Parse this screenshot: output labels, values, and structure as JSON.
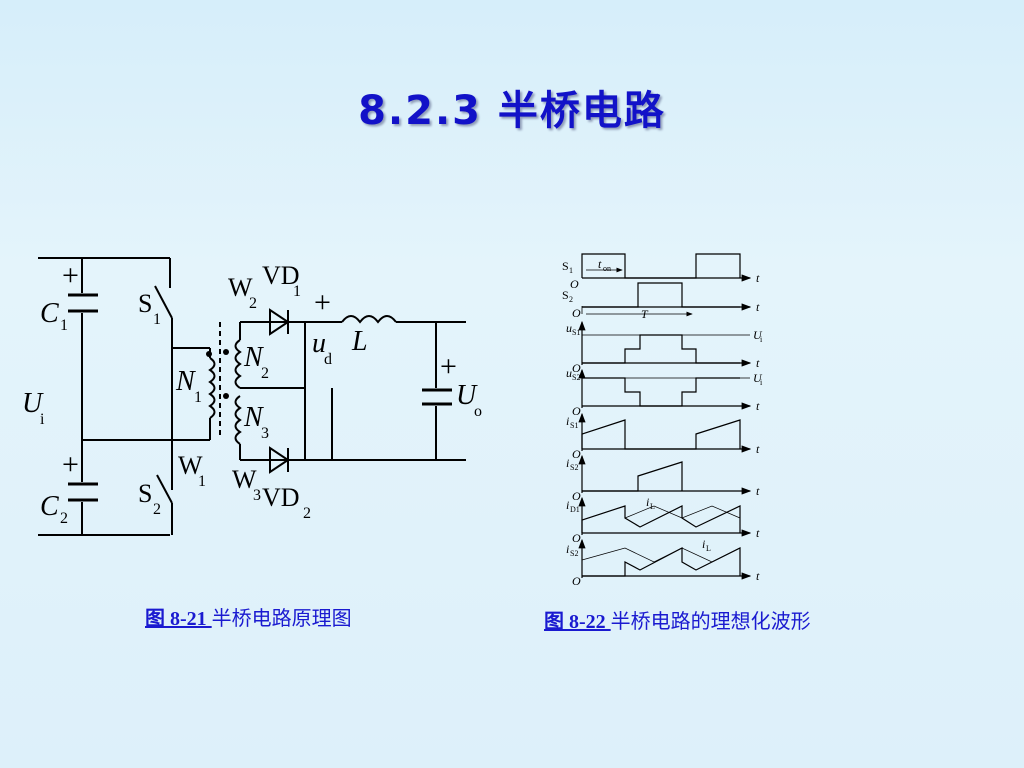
{
  "title": "8.2.3 半桥电路",
  "fig1": {
    "number": "图 8-21 ",
    "caption": "半桥电路原理图",
    "labels": {
      "c1": "C",
      "c1_sub": "1",
      "c2": "C",
      "c2_sub": "2",
      "ui": "U",
      "ui_sub": "i",
      "s1": "S",
      "s1_sub": "1",
      "s2": "S",
      "s2_sub": "2",
      "n1": "N",
      "n1_sub": "1",
      "n2": "N",
      "n2_sub": "2",
      "n3": "N",
      "n3_sub": "3",
      "w1": "W",
      "w1_sub": "1",
      "w2": "W",
      "w2_sub": "2",
      "w3": "W",
      "w3_sub": "3",
      "vd1": "VD",
      "vd1_sub": "1",
      "vd2": "VD",
      "vd2_sub": "2",
      "ud": "u",
      "ud_sub": "d",
      "l": "L",
      "uo": "U",
      "uo_sub": "o",
      "plus": "+"
    }
  },
  "fig2": {
    "number": "图 8-22 ",
    "caption": "半桥电路的理想化波形",
    "labels": {
      "s1": "S",
      "s1_sub": "1",
      "s2": "S",
      "s2_sub": "2",
      "ton": "t",
      "ton_sub": "on",
      "period": "T",
      "us1": "u",
      "us1_sub": "S1",
      "us2": "u",
      "us2_sub": "S2",
      "is1": "i",
      "is1_sub": "S1",
      "is2": "i",
      "is2_sub": "S2",
      "id1": "i",
      "id1_sub": "D1",
      "is2b": "i",
      "is2b_sub": "S2",
      "il": "i",
      "il_sub": "L",
      "ui": "U",
      "ui_sub": "i",
      "t": "t",
      "o": "O"
    }
  }
}
